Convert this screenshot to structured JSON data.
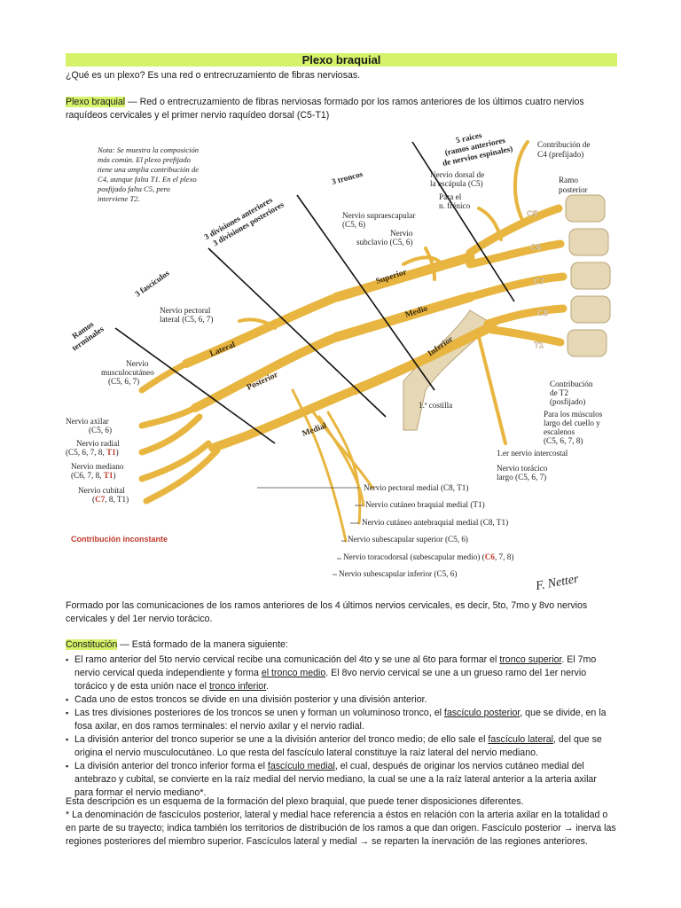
{
  "doc": {
    "title": "Plexo braquial",
    "intro": "¿Qué es un plexo? Es una red o entrecruzamiento de fibras nerviosas.",
    "def_term": "Plexo braquial",
    "def_text": " — Red o entrecruzamiento de fibras nerviosas formado por los ramos anteriores de los últimos cuatro nervios raquídeos cervicales y el primer nervio raquídeo dorsal (C5-T1)",
    "formed_text": "Formado por las comunicaciones de los ramos anteriores de los 4 últimos nervios cervicales, es decir, 5to, 7mo y 8vo nervios cervicales y del 1er nervio torácico.",
    "const_term": "Constitución",
    "const_text": " — Está formado de la manera siguiente:",
    "b1a": "El ramo anterior del 5to nervio cervical recibe una comunicación del 4to y se une al 6to para formar el ",
    "b1b": "tronco superior",
    "b1c": ". El 7mo nervio cervical queda independiente y forma ",
    "b1d": "el tronco medio",
    "b1e": ". El 8vo nervio cervical se une a un grueso ramo del 1er nervio torácico y de esta unión nace el ",
    "b1f": "tronco inferior",
    "b1g": ".",
    "b2": "Cada uno de estos troncos se divide en una división posterior y una división anterior.",
    "b3a": "Las tres divisiones posteriores de los troncos se unen y forman un voluminoso tronco, el ",
    "b3b": "fascículo posterior",
    "b3c": ", que se divide, en la fosa axilar, en dos ramos terminales: el nervio axilar y el nervio radial.",
    "b4a": "La división anterior del tronco superior se une a la división anterior del tronco medio; de ello sale el ",
    "b4b": "fascículo lateral",
    "b4c": ", del que se origina el nervio musculocutáneo. Lo que resta del fascículo lateral constituye la raíz lateral del nervio mediano.",
    "b5a": "La división anterior del tronco inferior forma el ",
    "b5b": "fascículo medial",
    "b5c": ", el cual, después de originar los nervios cutáneo medial del antebrazo y cubital, se convierte en la raíz medial del nervio mediano, la cual se une a la raíz lateral anterior a la arteria axilar para formar el nervio mediano*.",
    "scheme_text": "Esta descripción es un esquema de la formación del plexo braquial, que puede tener disposiciones diferentes.",
    "note_text": "* La denominación de fascículos posterior, lateral y medial hace referencia a éstos en relación con la arteria axilar en la totalidad o en parte de su trayecto; indica también los territorios de distribución de los ramos a que dan origen. Fascículo posterior → inerva las regiones posteriores del miembro superior. Fascículos lateral y medial → se reparten la inervación de las regiones anteriores."
  },
  "figure": {
    "note": [
      "Nota: Se muestra la composición",
      "más común. El plexo prefijado",
      "tiene una amplia contribución de",
      "C4, aunque falta T1. En el plexo",
      "posfijado falta C5, pero",
      "interviene T2."
    ],
    "roots_header": [
      "5 raíces",
      "(ramos anteriores",
      "de nervios espinales)"
    ],
    "trunks_header": "3 troncos",
    "divisions_header": [
      "3 divisiones anteriores",
      "3 divisiones posteriores"
    ],
    "cords_header": "3 fascículos",
    "terminal_header": [
      "Ramos",
      "terminales"
    ],
    "roots": [
      "C5",
      "C6",
      "C7",
      "C8",
      "T1"
    ],
    "trunks": [
      "Superior",
      "Medio",
      "Inferior"
    ],
    "cords": [
      "Lateral",
      "Posterior",
      "Medial"
    ],
    "c4_contrib": [
      "Contribución de",
      "C4 (prefijado)"
    ],
    "ramo_posterior": [
      "Ramo",
      "posterior"
    ],
    "dorsal_escapula": [
      "Nervio dorsal de",
      "la escápula (C5)"
    ],
    "frenico": [
      "Para el",
      "n. frénico"
    ],
    "supraescapular": [
      "Nervio supraescapular",
      "(C5, 6)"
    ],
    "subclavio": [
      "Nervio",
      "subclavio (C5, 6)"
    ],
    "pectoral_lateral": [
      "Nervio pectoral",
      "lateral (C5, 6, 7)"
    ],
    "musculocutaneo": [
      "Nervio",
      "musculocutáneo",
      "(C5, 6, 7)"
    ],
    "axilar": [
      "Nervio axilar",
      "(C5, 6)"
    ],
    "radial": [
      "Nervio radial",
      "(C5, 6, 7, 8, ",
      "T1",
      ")"
    ],
    "mediano": [
      "Nervio mediano",
      "(C6, 7, 8, ",
      "T1",
      ")"
    ],
    "cubital": [
      "Nervio cubital",
      "(",
      "C7",
      ", 8, T1)"
    ],
    "inconstante": "Contribución inconstante",
    "t2_contrib": [
      "Contribución",
      "de T2",
      "(posfijado)"
    ],
    "musculos_cuello": [
      "Para los músculos",
      "largo del cuello y",
      "escalenos",
      "(C5, 6, 7, 8)"
    ],
    "costilla": "1.ª costilla",
    "intercostal": "1.er nervio intercostal",
    "toracico_largo": [
      "Nervio torácico",
      "largo (C5, 6, 7)"
    ],
    "pectoral_medial": "Nervio pectoral medial (C8, T1)",
    "cutaneo_braquial": "Nervio cutáneo braquial medial (T1)",
    "cutaneo_antebraquial": "Nervio cutáneo antebraquial medial (C8, T1)",
    "subescapular_sup": "Nervio subescapular superior (C5, 6)",
    "toracodorsal": [
      "Nervio toracodorsal (subescapular medio) (",
      "C6",
      ", 7, 8)"
    ],
    "subescapular_inf": "Nervio subescapular inferior (C5, 6)",
    "signature": "F. Netter",
    "colors": {
      "nerve": "#e8b640",
      "nerve_dark": "#b7831f",
      "bone": "#e6d7b5",
      "highlight": "#d6f26a",
      "red": "#c0392b"
    }
  }
}
